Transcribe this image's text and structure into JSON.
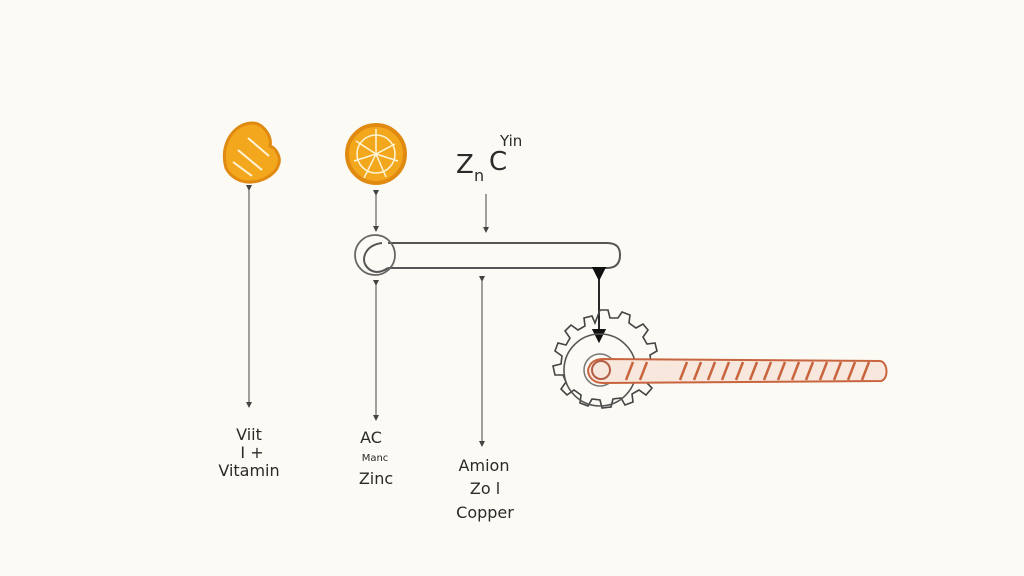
{
  "labels": {
    "top_formula": {
      "base": "Z",
      "sub": "n",
      "c": "C",
      "sup": "Yin"
    },
    "vitamin_column": [
      "Viit",
      "I +",
      "Vitamin"
    ],
    "zinc_column": [
      "AC",
      "Manc",
      "Zinc"
    ],
    "copper_column": [
      "Amion",
      "Zo l",
      "Copper"
    ]
  },
  "colors": {
    "background": "#fbfaf4",
    "ink": "#2a2a2a",
    "orange_fill": "#f3a71d",
    "orange_rind": "#e08a12",
    "copper_stripe": "#c8653f",
    "copper_rod": "#f7e7dc"
  },
  "icons": [
    "orange-wedge-icon",
    "orange-slice-icon",
    "gear-icon"
  ]
}
